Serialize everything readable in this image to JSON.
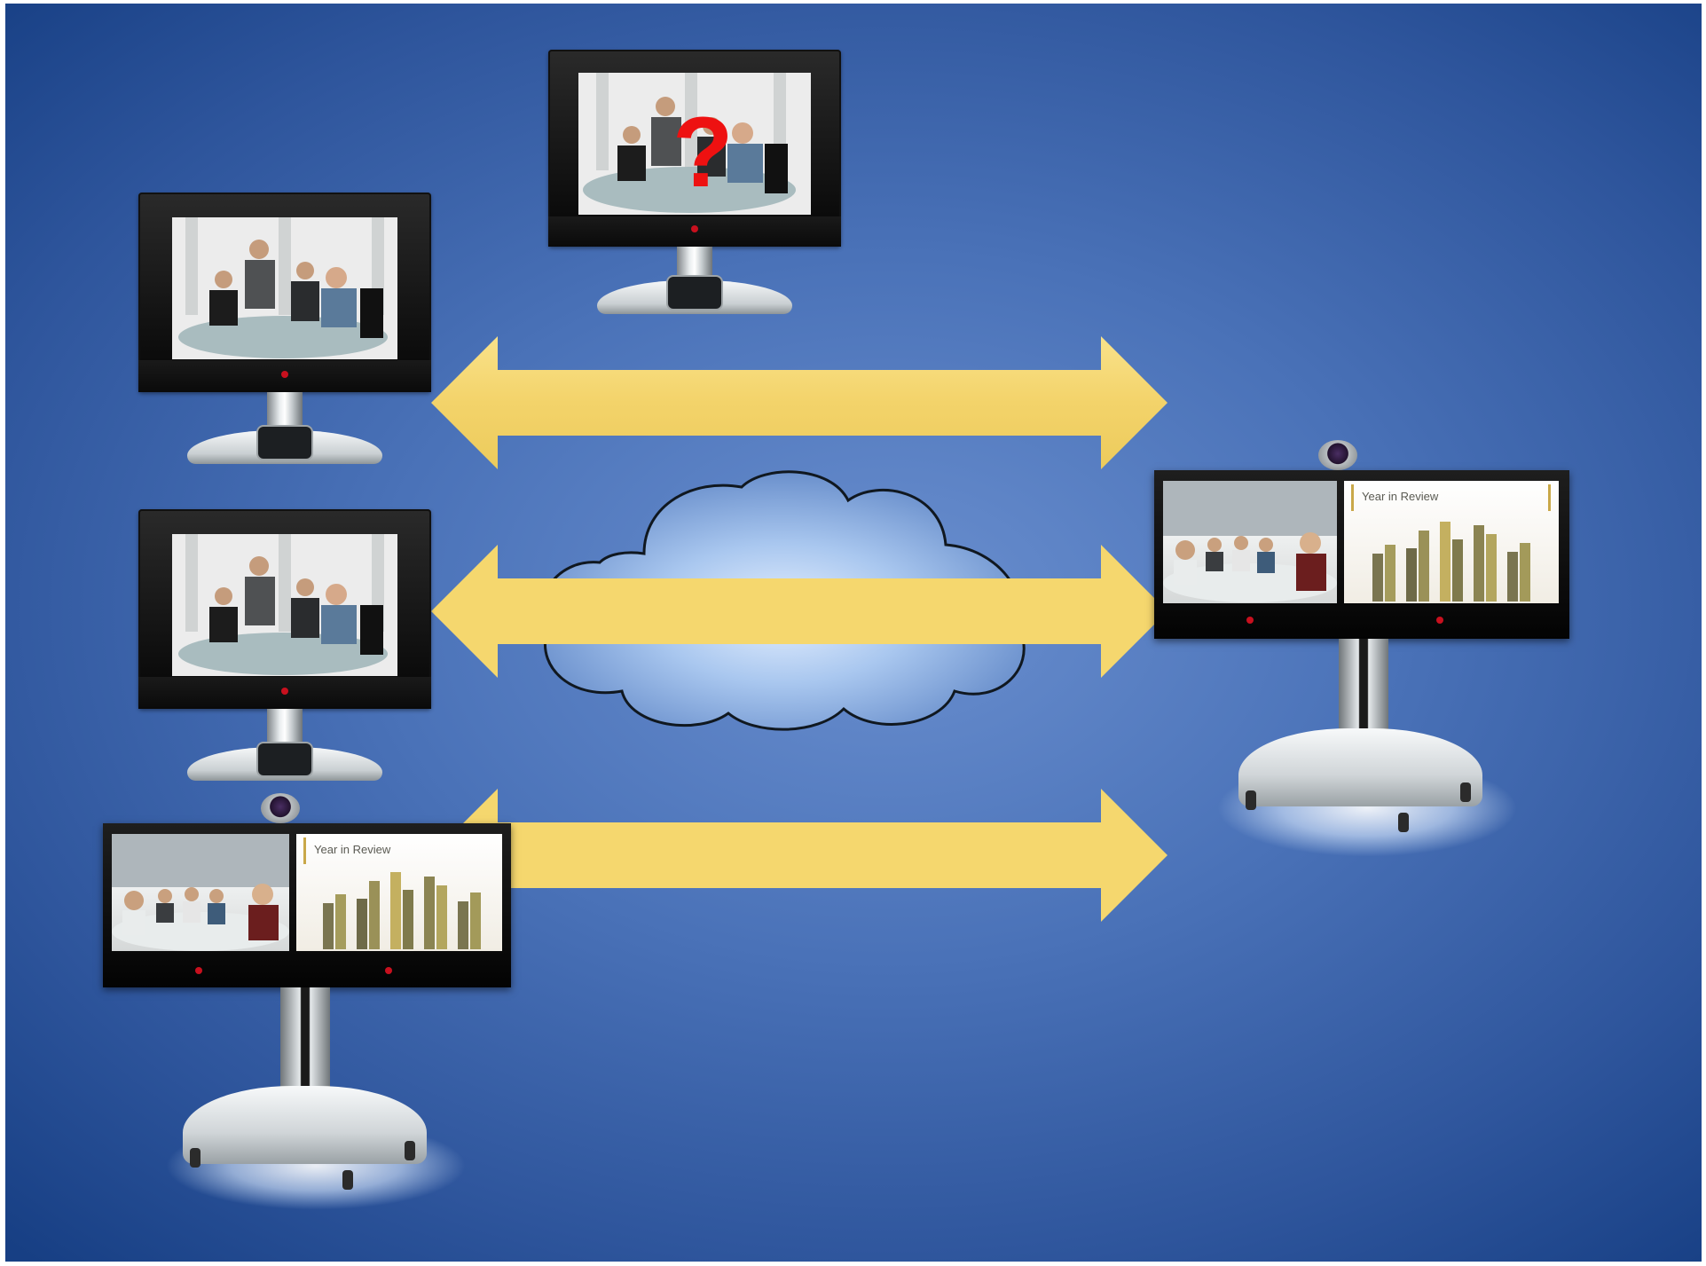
{
  "diagram": {
    "background_colors": {
      "center": "#6a8fcf",
      "edge": "#173f84"
    },
    "arrow_color": "#f5d76e",
    "cloud_color": "#a9c7ef",
    "question_mark": "?",
    "question_mark_color": "#ee1111",
    "slide_title": "Year in Review",
    "endpoints": [
      {
        "type": "desktop-video-monitor",
        "label": ""
      },
      {
        "type": "desktop-video-monitor",
        "label": ""
      },
      {
        "type": "desktop-video-monitor",
        "label": ""
      },
      {
        "type": "dual-display-video-system",
        "label": ""
      },
      {
        "type": "dual-display-video-system",
        "label": ""
      }
    ]
  }
}
